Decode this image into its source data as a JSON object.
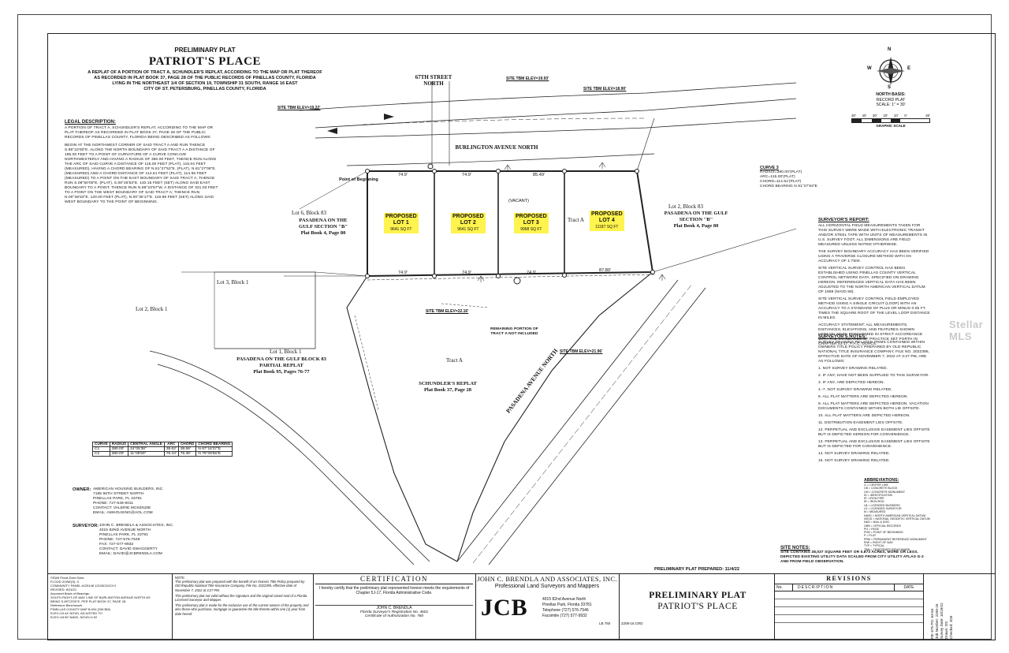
{
  "header": {
    "preliminary": "PRELIMINARY PLAT",
    "title": "PATRIOT'S PLACE",
    "desc1": "A REPLAT OF A PORTION OF TRACT A, SCHUNDLER'S REPLAT, ACCORDING TO THE MAP OR PLAT THEREOF",
    "desc2": "AS RECORDED IN PLAT BOOK 37, PAGE 28 OF THE PUBLIC RECORDS OF PINELLAS COUNTY, FLORIDA",
    "desc3": "LYING IN THE NORTHEAST 1/4 OF SECTION 19, TOWNSHIP 31 SOUTH, RANGE 16 EAST",
    "desc4": "CITY OF ST. PETERSBURG, PINELLAS COUNTY, FLORIDA"
  },
  "legal": {
    "heading": "LEGAL DESCRIPTION:",
    "p1": "A PORTION OF TRACT A, SCHUNDLER'S REPLAT, ACCORDING TO THE MAP OR PLAT THEREOF AS RECORDED IN PLAT BOOK 37, PAGE 28 OF THE PUBLIC RECORDS OF PINELLAS COUNTY, FLORIDA BEING DESCRIBED AS FOLLOWS:",
    "p2": "BEGIN AT THE NORTHWEST CORNER OF SAID TRACT A AND RUN THENCE S.89°23'00\"E. ALONG THE NORTH BOUNDARY OF SAID TRACT A A DISTANCE OF 185.00 FEET TO A POINT OF CURVATURE OF A CURVE CONCAVE NORTHWESTERLY AND HAVING A RADIUS OF 380.00 FEET, THENCE RUN ALONG THE ARC OF SAID CURVE A DISTANCE OF 115.00 FEET (PLAT), 115.04 FEET (MEASURED), HAVING A CHORD BEARING OF N.81°27'53\"E. (PLAT), N.81°27'08\"E. (MEASURED) AND A CHORD DISTANCE OF 114.51 FEET (PLAT), 114.55 FEET (MEASURED) TO A POINT ON THE EAST BOUNDARY OF SAID TRACT A; THENCE RUN S.08°50'00\"E. (PLAT), S.08°48'53\"E. 140.15 FEET (SET) ALONG SAID EAST BOUNDARY TO A POINT; THENCE RUN N.89°23'57\"W. A DISTANCE OF 321.03 FEET TO A POINT ON THE WEST BOUNDARY OF SAID TRACT A; THENCE RUN N.00°36'53\"E. 120.00 FEET (PLAT), N.00°36'17\"E. 119.99 FEET (SET) ALONG SAID WEST BOUNDARY TO THE POINT OF BEGINNING."
  },
  "owner": {
    "label": "OWNER:",
    "lines": [
      "AMERICAN HOUSING BUILDERS, INC.",
      "7185 66TH STREET NORTH",
      "PINELLAS PARK, FL 33781",
      "PHONE: 727-546-9011",
      "CONTACT: VALERIE MCKENZIE",
      "EMAIL: AMHOUSING@AOL.COM"
    ]
  },
  "surveyor": {
    "label": "SURVEYOR:",
    "lines": [
      "JOHN C. BRENDLA & ASSOCIATES, INC.",
      "4015 82ND AVENUE NORTH",
      "PINELLAS PARK, FL 33781",
      "PHONE: 727-576-7546",
      "FAX: 727-577-9932",
      "CONTACT: DAVID SWAGGERTY",
      "EMAIL: DAVID@JCBRENDLA.COM"
    ]
  },
  "curve_table": {
    "headers": [
      "CURVE",
      "RADIUS",
      "CENTRAL ANGLE",
      "ARC",
      "CHORD",
      "CHORD BEARING"
    ],
    "rows": [
      [
        "C1",
        "380.00'",
        "24°05'38\"",
        "38.62'",
        "38.59'",
        "N 87°16'37\"E"
      ],
      [
        "C2",
        "380.00'",
        "11°05'50\"",
        "76.44'",
        "76.39'",
        "N 79°09'55\"E"
      ]
    ]
  },
  "map": {
    "street_67": "67TH STREET",
    "street_67b": "NORTH",
    "burlington": "BURLINGTON AVENUE NORTH",
    "pasadena_ave": "PASADENA AVENUE NORTH",
    "pob": "Point of Beginning",
    "lot6": "Lot 6, Block 83",
    "pasadena_b_left": "PASADENA ON THE GULF SECTION \"B\"",
    "pb4_left": "Plat Book 4, Page 80",
    "lot2_block83": "Lot 2, Block 83",
    "pasadena_b_right": "PASADENA ON THE GULF SECTION \"B\"",
    "pb4_right": "Plat Book 4, Page 80",
    "lot2_block1": "Lot 2, Block 1",
    "lot3_block1": "Lot 3, Block 1",
    "lot1_block1": "Lot 1, Block 1",
    "pasadena_83": "PASADENA ON THE GULF BLOCK 83",
    "partial_replat": "PARTIAL REPLAT",
    "pb95": "Plat Book 95, Pages 76-77",
    "tract_a": "Tract A",
    "tract_a2": "Tract A",
    "schundler": "SCHUNDLER'S REPLAT",
    "pb37": "Plat Book 37, Page 28",
    "vacant": "(VACANT)",
    "lots": [
      {
        "label": "PROPOSED",
        "lot": "LOT 1",
        "area": "9641 SQ FT"
      },
      {
        "label": "PROPOSED",
        "lot": "LOT 2",
        "area": "9641 SQ FT"
      },
      {
        "label": "PROPOSED",
        "lot": "LOT 3",
        "area": "9968 SQ FT"
      },
      {
        "label": "PROPOSED",
        "lot": "LOT 4",
        "area": "11187 SQ FT"
      }
    ],
    "dims_top": [
      "74.9'",
      "74.9'",
      "85.49'"
    ],
    "dims_bottom": [
      "74.9'",
      "74.9'",
      "74.9'",
      "87.80'"
    ],
    "tbm1": "SITE TBM ELEV=19.22'",
    "tbm2": "SITE TBM ELEV=19.93'",
    "tbm3": "SITE TBM ELEV=18.90'",
    "tbm4": "SITE TBM ELEV=22.16'",
    "tbm5": "SITE TBM ELEV=21.96'",
    "remaining": "REMAINING PORTION OF TRACT A NOT INCLUDED"
  },
  "compass": {
    "n": "N",
    "s": "S",
    "e": "E",
    "w": "W",
    "basis1": "NORTH BASIS:",
    "basis2": "RECORD PLAT",
    "scale": "SCALE: 1\" = 30'",
    "scale_ticks": [
      "30'",
      "40'",
      "30'",
      "20'",
      "10'",
      "0'",
      "30'"
    ],
    "graphic": "GRAPHIC SCALE"
  },
  "curve3": {
    "heading": "CURVE 3",
    "lines": [
      "RADIUS=380.00'(PLAT)",
      "ARC=115.00'(PLAT)",
      "CHORD=114.51'(PLAT)",
      "CHORD BEARING N 81°27'53\"E"
    ]
  },
  "surveyor_report": {
    "heading": "SURVEYOR'S REPORT:",
    "paras": [
      "ALL HORIZONTAL FIELD MEASUREMENTS TAKEN FOR THIS SURVEY WERE MADE WITH ELECTRONIC TRANSIT AND/OR STEEL TAPE WITH UNITS OF MEASUREMENTS IN U.S. SURVEY FOOT. ALL DIMENSIONS ARE FIELD MEASURED UNLESS NOTED OTHERWISE.",
      "THE SURVEY BOUNDARY ACCURACY HAS BEEN VERIFIED USING A TRAVERSE CLOSURE METHOD WITH AN ACCURACY OF 1:7500.",
      "SITE VERTICAL SURVEY CONTROL HAS BEEN ESTABLISHED USING PINELLAS COUNTY VERTICAL CONTROL NETWORK DATA, SPECIFIED ON DRAWING HEREON. REFERENCED VERTICAL DATA HAS BEEN ADJUSTED TO THE NORTH AMERICAN VERTICAL DATUM OF 1988 (NAVD 88).",
      "SITE VERTICAL SURVEY CONTROL FIELD EMPLOYED METHOD USING A SINGLE CIRCUIT (LOOP) WITH AN ACCURACY TO A STANDARD OF PLUS OR MINUS 0.05 FT. TIMES THE SQUARE ROOT OF THE LEVEL LOOP DISTANCE IN MILES.",
      "ACCURACY STATEMENT: ALL MEASUREMENTS, DISTANCES, ELEVATIONS, AND FEATURES SHOWN HEREON WERE PERFORMED IN STRICT ACCORDANCE WITH THE STANDARDS OF PRACTICE SET FORTH IN CHAPTER 5J-17, F.A.C. DOACS."
    ]
  },
  "surveyor_notes": {
    "heading": "SURVEYOR'S NOTES:",
    "intro": "SURVEY DRAWING RELATED ITEMS CONTAINED WITHIN OWNERS TITLE POLICY PREPARED BY OLD REPUBLIC NATIONAL TITLE INSURANCE COMPANY, FILE NO. 2022395, EFFECTIVE DATE OF NOVEMBER 7, 2022 AT 3:27 PM, ARE AS FOLLOWS:",
    "items": [
      "1. NOT SURVEY DRAWING RELATED.",
      "2. IF ANY, HAVE NOT BEEN SUPPLIED TO THIS SURVEYOR.",
      "3. IF ANY, ARE DEPICTED HEREON.",
      "4.-7. NOT SURVEY DRAWING RELATED.",
      "8. ALL PLAT MATTERS ARE DEPICTED HEREON.",
      "9. ALL PLAT MATTERS ARE DEPICTED HEREON. VACATION DOCUMENTS CONTAINED WITHIN BOTH LIE OFFSITE.",
      "10. ALL PLAT MATTERS ARE DEPICTED HEREON.",
      "11. DISTRIBUTION EASEMENT LIES OFFSITE.",
      "12. PERPETUAL AND EXCLUSIVE EASEMENT LIES OFFSITE BUT IS DEPICTED HEREON FOR CONVENIENCE.",
      "13. PERPETUAL AND EXCLUSIVE EASEMENT LIES OFFSITE BUT IS DEPICTED FOR CONVENIENCE.",
      "14. NOT SURVEY DRAWING RELATED.",
      "15. NOT SURVEY DRAWING RELATED."
    ]
  },
  "abbreviations": {
    "heading": "ABBREVIATIONS:",
    "items": [
      "⊙ = CENTER LINE",
      "CB = CONCRETE BLOCK",
      "CM = CONCRETE MONUMENT",
      "ID = IDENTIFICATION",
      "IP = IRON PIPE",
      "IR = IRON ROD",
      "LB = LICENSED BUSINESS",
      "LS = LICENSED SURVEYOR",
      "M = MEASURED",
      "NAVD = NORTH AMERICAN VERTICAL DATUM",
      "NGVD = NATIONAL GEODETIC VERTICAL DATUM",
      "N&D = NAIL & DISC",
      "ORB = OFFICIAL RECORDS",
      "PG = PAGE",
      "POB = POINT OF BEGINNING",
      "P = PLAT",
      "PRM = PERMANENT REFERENCE MONUMENT",
      "R/W = RIGHT OF WAY",
      "TYP = TYPICAL",
      "TBM = TEMPORARY BENCHMARK"
    ]
  },
  "site_notes": {
    "heading": "SITE NOTES:",
    "line1": "SITE CONTAINS 38,037 SQUARE FEET OR 0.873 ACRES, MORE OR LESS.",
    "line2": "DEPICTED EXISTING UTILITY DATA SCALED FROM CITY UTILITY ATLAS G-2",
    "line3": "AND FROM FIELD OBSERVATION."
  },
  "prepared": "PRELIMINARY PLAT PREPARED: 11/4/22",
  "title_block": {
    "fema": [
      "FEMA Flood Zone Data:",
      "FLOOD ZONE(S): X",
      "COMMUNITY PANEL #125148 12103C0213 H",
      "REVISED: 8/24/21",
      "Assumed Basis of Bearings:",
      "SOUTH RIGHT-OF-WAY LINE OF BURLINGTON AVENUE NORTH AS",
      "BEING S.89°23'00\"E. PER PLAT BOOK 37, PAGE 28.",
      "Reference Benchmark:",
      "PINELLAS COUNTY MAP B-094 (SW BM)",
      "ELEV=19.44' NGVD, ADJUSTED TO",
      "ELEV=18.50' NAVD, NGVD=0.92"
    ],
    "note_heading": "NOTE:",
    "notes": [
      "This preliminary plat was prepared with the benefit of an Owners Title Policy prepared by Old Republic National Title Insurance Company, File No. 2022395, effective date of November 7, 2022 at 3:27 PM.",
      "This preliminary plat not valid without the signature and the original raised seal of a Florida Licensed Surveyor and Mapper.",
      "This preliminary plat is made for the exclusive use of the current owners of the property and also those who purchase, mortgage or guarantee the title thereto within one (1) year from date hereof."
    ],
    "cert_heading": "CERTIFICATION",
    "cert_text": "I hereby certify that the preliminary plat represented hereon meets the requirements of Chapter 5J-17, Florida Administrative Code.",
    "cert_name": "JOHN C. BRENDLA",
    "cert_reg": "Florida Surveyor's Registration No. 4601",
    "cert_auth": "Certificate of Authorization No. 760",
    "firm": "JOHN C. BRENDLA AND ASSOCIATES, INC.",
    "firm_sub": "Professional Land Surveyors and Mappers",
    "logo": "JCB",
    "addr": [
      "4015 82nd Avenue North",
      "Pinellas Park, Florida 33781",
      "Telephone (727) 576-7546",
      "Facsimile (727) 577-9932"
    ],
    "lb": "LB 760",
    "job": "2208-16.CRD",
    "plat1": "PRELIMINARY PLAT",
    "plat2": "PATRIOT'S PLACE",
    "revisions": "REVISIONS",
    "rev_cols": [
      "No.",
      "DESCRIPTION",
      "DATE"
    ],
    "side": [
      "FB: 675  PG: 63-64",
      "Job Number: 2208-16",
      "Survey Date: 10/19/22",
      "Drawn: DS",
      "Checked: JCB"
    ]
  },
  "watermark": "Stellar MLS"
}
